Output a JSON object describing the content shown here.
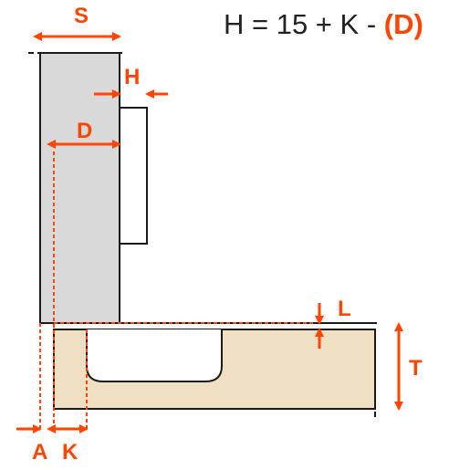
{
  "formula": {
    "main": "H = 15 + K - ",
    "accent": "(D)"
  },
  "labels": {
    "s": "S",
    "h": "H",
    "d": "D",
    "l": "L",
    "t": "T",
    "a": "A",
    "k": "K"
  },
  "colors": {
    "accent": "#ff4500",
    "door_fill": "#d9d9d9",
    "hinge_fill": "#ffffff",
    "panel_fill": "#efdfc3",
    "outline": "#1a1a1a",
    "text": "#222222"
  },
  "icons": {
    "dimension_arrows": "arrow-icon"
  }
}
